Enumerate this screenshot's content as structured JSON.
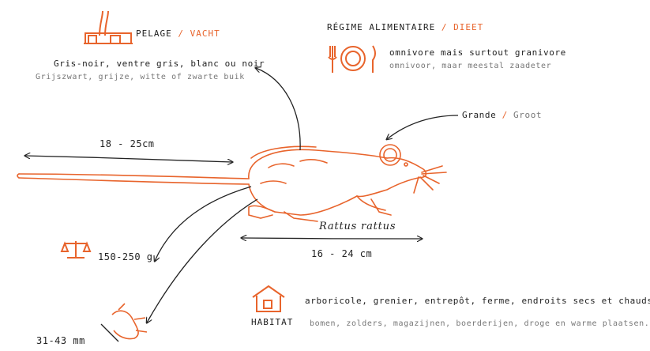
{
  "colors": {
    "accent": "#e8642c",
    "ink": "#222222",
    "muted": "#777777"
  },
  "pelage": {
    "title": "PELAGE",
    "title_nl": "VACHT",
    "line1": "Gris-noir, ventre gris, blanc ou noir",
    "line2": "Grijszwart, grijze, witte of zwarte buik"
  },
  "regime": {
    "title": "RÉGIME ALIMENTAIRE",
    "title_nl": "DIEET",
    "line1": "omnivore mais surtout granivore",
    "line2": "omnivoor, maar meestal zaadeter"
  },
  "ears": {
    "label": "Grande",
    "label_nl": "Groot"
  },
  "tail_length": "18 - 25cm",
  "body_length": "16 - 24 cm",
  "species": "Rattus rattus",
  "weight": "150-250 g",
  "foot_length": "31-43 mm",
  "habitat": {
    "title": "HABITAT",
    "line1": "arboricole, grenier, entrepôt, ferme, endroits secs et chauds",
    "line2": "bomen, zolders, magazijnen, boerderijen, droge en warme plaatsen."
  },
  "icons": [
    "hair-icon",
    "cutlery-plate-icon",
    "scale-icon",
    "house-icon"
  ]
}
